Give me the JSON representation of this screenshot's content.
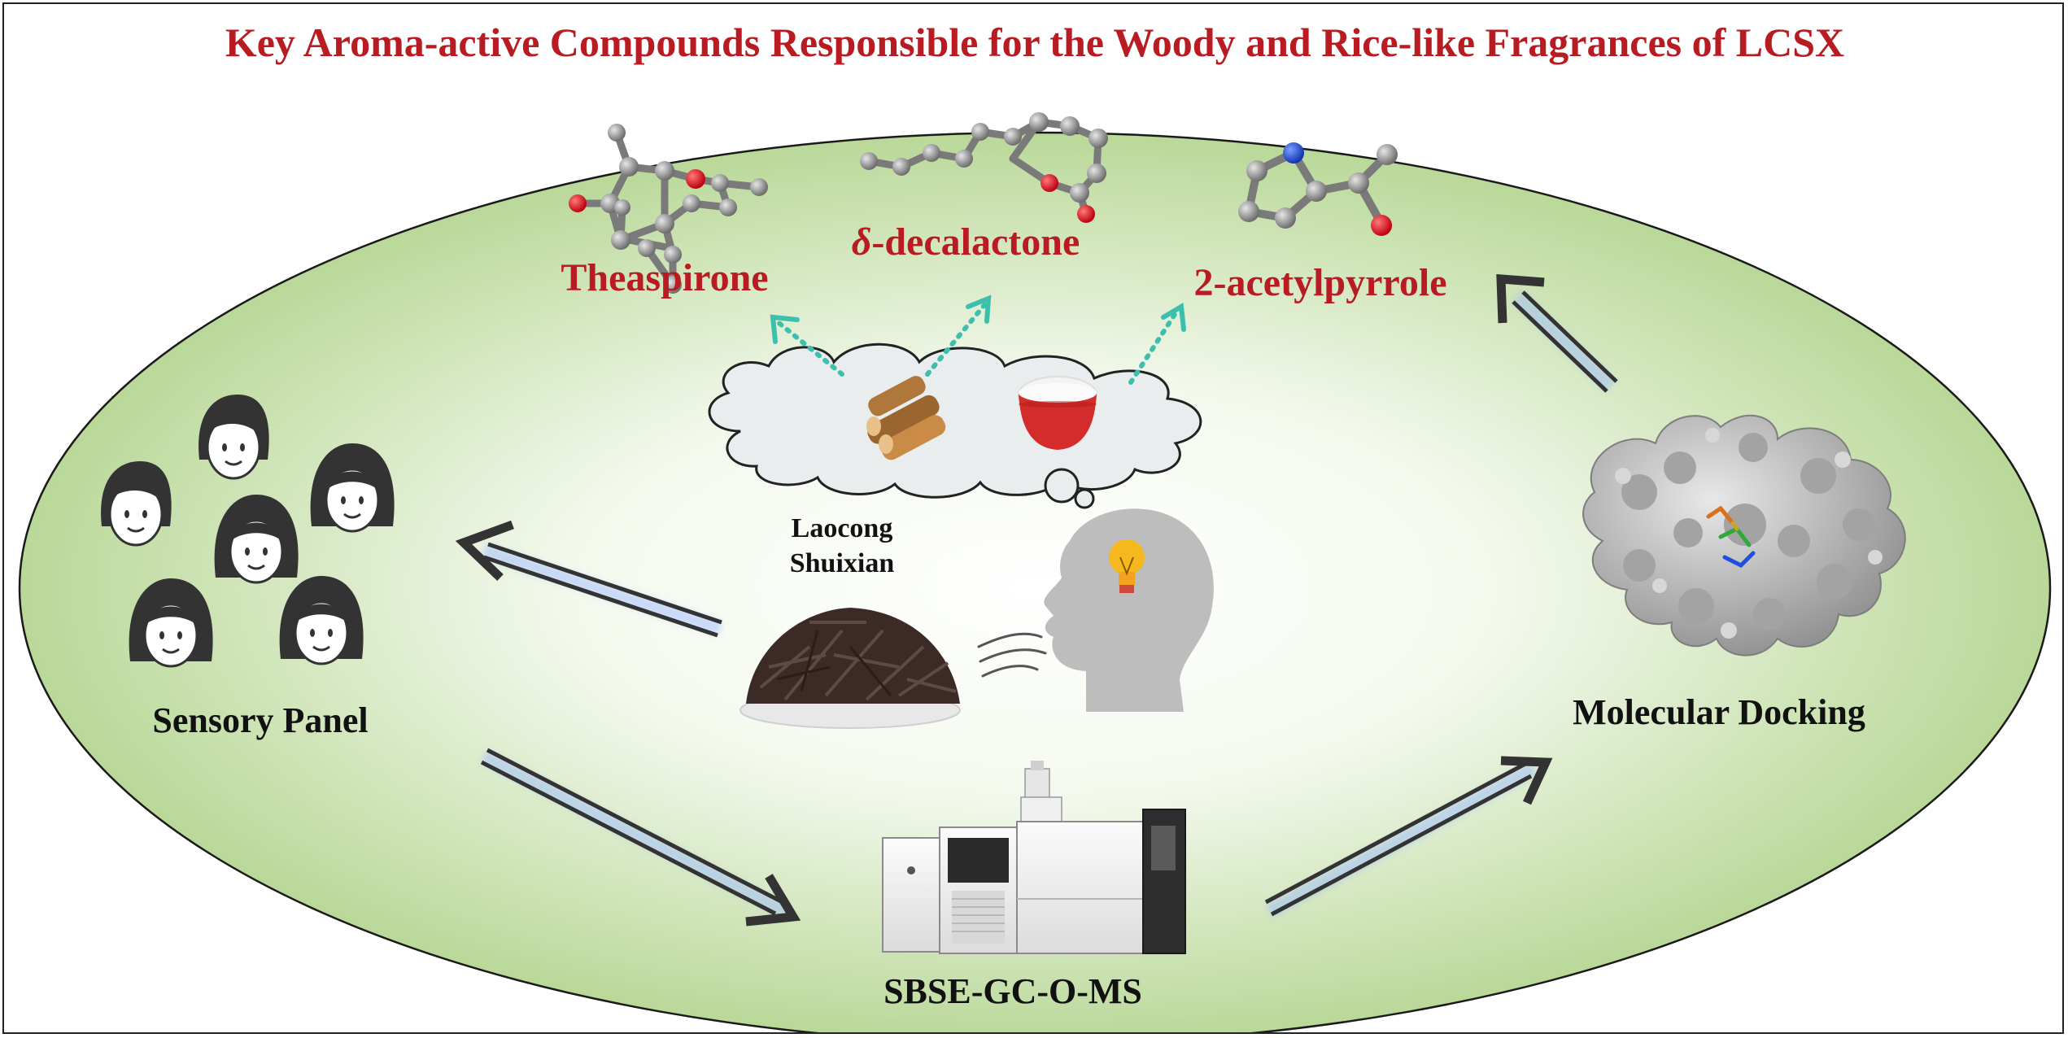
{
  "title": "Key Aroma-active Compounds Responsible for the Woody and Rice-like Fragrances of LCSX",
  "compounds": {
    "theaspirone": "Theaspirone",
    "decalactone_prefix": "δ",
    "decalactone_suffix": "-decalactone",
    "acetylpyrrole": "2-acetylpyrrole"
  },
  "tea": {
    "line1": "Laocong",
    "line2": "Shuixian"
  },
  "nodes": {
    "sensory_panel": "Sensory Panel",
    "molecular_docking": "Molecular Docking",
    "instrument": "SBSE-GC-O-MS"
  },
  "colors": {
    "title_red": "#b81c22",
    "ellipse_green": "#b9d898",
    "dotted_teal": "#3dbfae",
    "atom_grey": "#8c8c8c",
    "atom_red": "#e0141e",
    "atom_blue": "#1f4ee0"
  }
}
